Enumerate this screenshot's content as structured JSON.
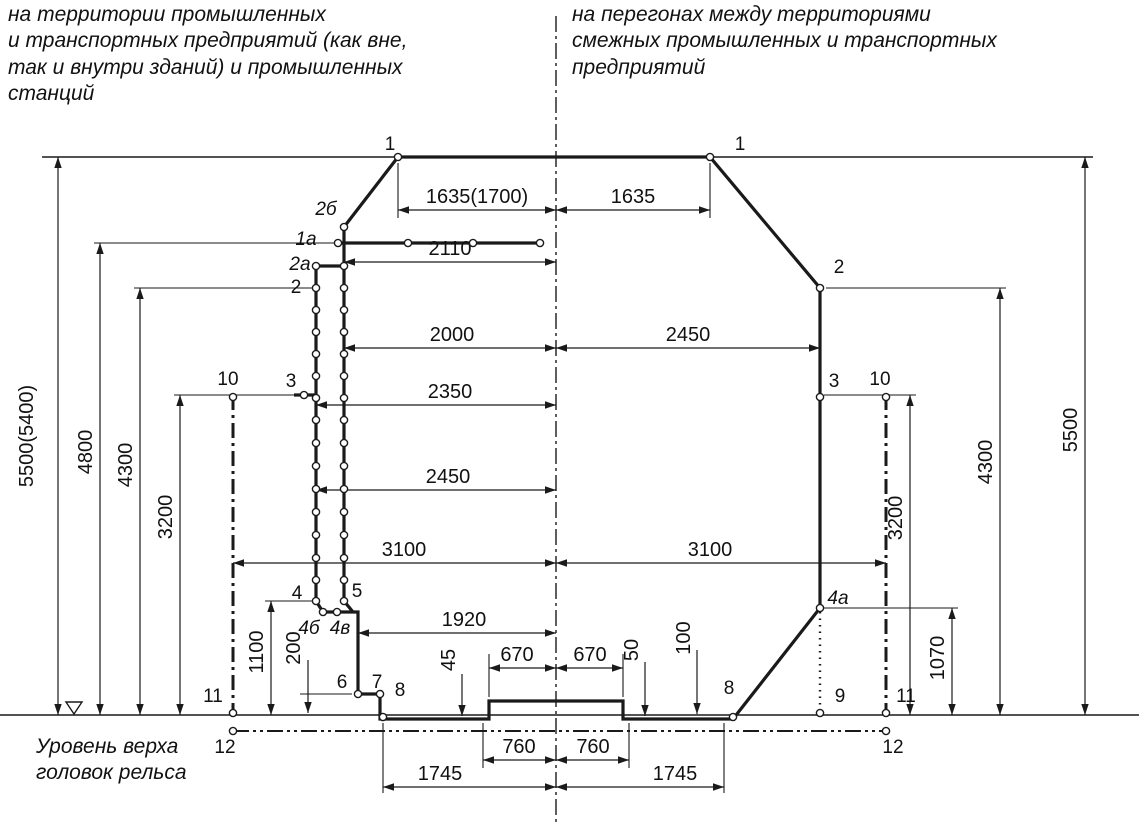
{
  "colors": {
    "ink": "#1a1a1a",
    "background": "#ffffff"
  },
  "captions": {
    "left": [
      "на территории промышленных",
      "и транспортных предприятий (как вне,",
      "так и внутри зданий) и промышленных",
      "станций"
    ],
    "right": [
      "на перегонах между территориями",
      "смежных промышленных и транспортных",
      "предприятий"
    ],
    "rail_level": [
      "Уровень верха",
      "головок рельса"
    ]
  },
  "dims": {
    "h1635_1700": "1635(1700)",
    "h1635": "1635",
    "h2110": "2110",
    "h2000": "2000",
    "h2450_right": "2450",
    "h2350": "2350",
    "h2450_left": "2450",
    "h3100_left": "3100",
    "h3100_right": "3100",
    "h1920": "1920",
    "h670_left": "670",
    "h670_right": "670",
    "h760_left": "760",
    "h760_right": "760",
    "h1745_left": "1745",
    "h1745_right": "1745",
    "v5500_5400": "5500(5400)",
    "v4800": "4800",
    "v4300_left": "4300",
    "v3200_left": "3200",
    "v1100": "1100",
    "v200": "200",
    "v45": "45",
    "v50": "50",
    "v100": "100",
    "v1070": "1070",
    "v3200_right": "3200",
    "v4300_right": "4300",
    "v5500_right": "5500"
  },
  "points": {
    "p1_left": "1",
    "p1_right": "1",
    "p2b": "2б",
    "p1a": "1а",
    "p2a": "2а",
    "p2_left": "2",
    "p2_right": "2",
    "p3_left": "3",
    "p3_right": "3",
    "p10_left": "10",
    "p10_right": "10",
    "p4": "4",
    "p4a": "4а",
    "p4b": "4б",
    "p4v": "4в",
    "p5": "5",
    "p6": "6",
    "p7": "7",
    "p8_left": "8",
    "p8_right": "8",
    "p9": "9",
    "p11_left": "11",
    "p11_right": "11",
    "p12_left": "12",
    "p12_right": "12"
  }
}
